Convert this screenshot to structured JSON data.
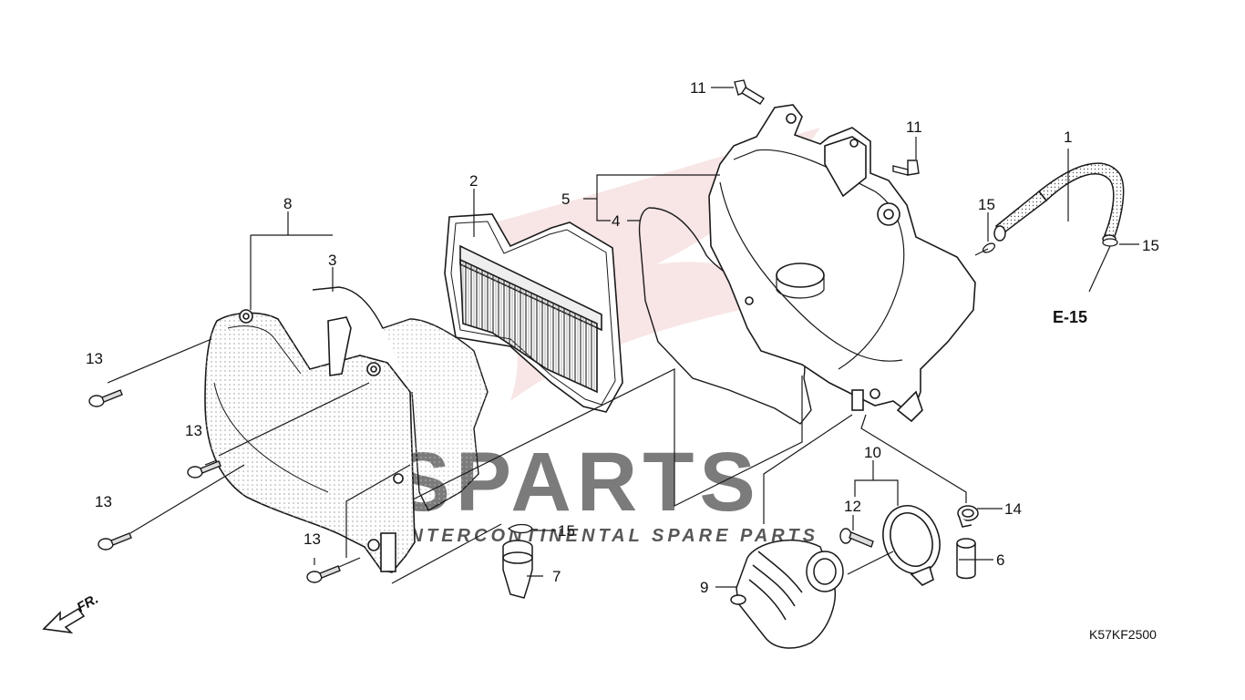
{
  "diagram": {
    "drawing_code": "K57KF2500",
    "reference_label": "E-15",
    "direction_label": "FR.",
    "watermark": {
      "brand": "CSPARTS",
      "tagline": "INTERCONTINENTAL SPARE PARTS"
    },
    "colors": {
      "line": "#1a1a1a",
      "watermark": "#c8c8c8",
      "watermark_accent": "#f0c8c8",
      "dots": "#b5b5b5"
    },
    "callouts": {
      "c1": "1",
      "c2": "2",
      "c3": "3",
      "c4": "4",
      "c5": "5",
      "c6": "6",
      "c7": "7",
      "c8": "8",
      "c9": "9",
      "c10": "10",
      "c11a": "11",
      "c11b": "11",
      "c12": "12",
      "c13a": "13",
      "c13b": "13",
      "c13c": "13",
      "c13d": "13",
      "c14": "14",
      "c15a": "15",
      "c15b": "15",
      "c15c": "15"
    }
  }
}
